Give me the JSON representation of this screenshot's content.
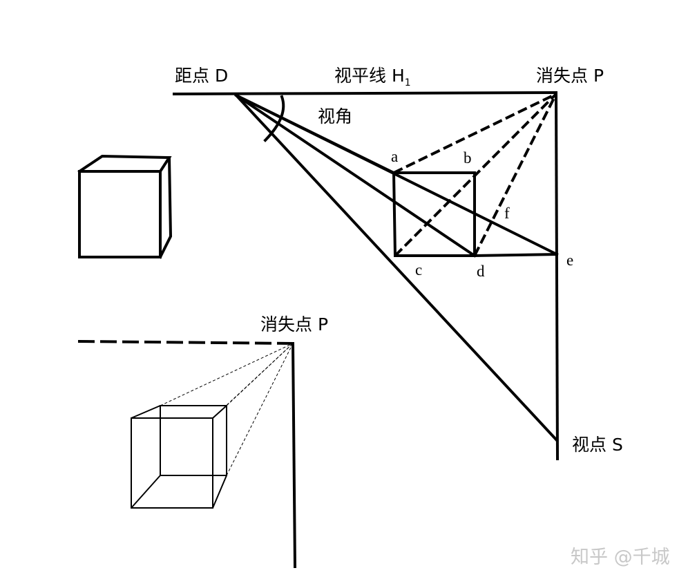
{
  "labels": {
    "distance_point": "距点 D",
    "horizon_line": "视平线 H",
    "horizon_subscript": "1",
    "vanishing_point_top": "消失点 P",
    "view_angle": "视角",
    "point_a": "a",
    "point_b": "b",
    "point_c": "c",
    "point_d": "d",
    "point_e": "e",
    "point_f": "f",
    "view_point": "视点 S",
    "vanishing_point_bottom": "消失点 P"
  },
  "watermark": "知乎 @千城"
}
